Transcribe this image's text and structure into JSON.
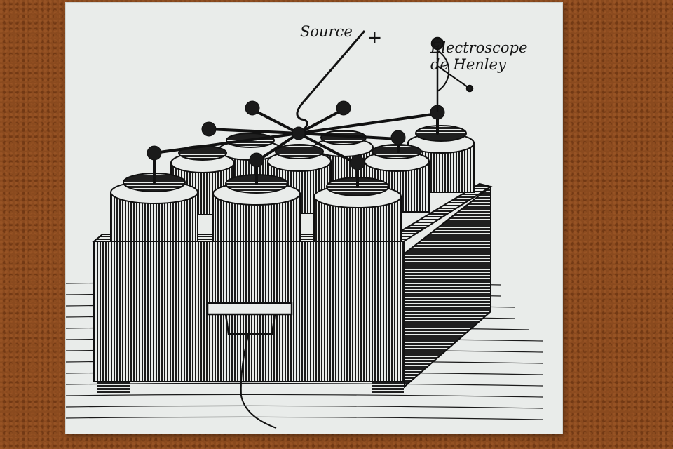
{
  "labels": {
    "source": "Source",
    "plus": "+",
    "electroscope_line1": "Électroscope",
    "electroscope_line2": "de Henley"
  },
  "colors": {
    "backdrop": "#8a4a1e",
    "paper": "#e9ecea",
    "ink": "#141414"
  }
}
